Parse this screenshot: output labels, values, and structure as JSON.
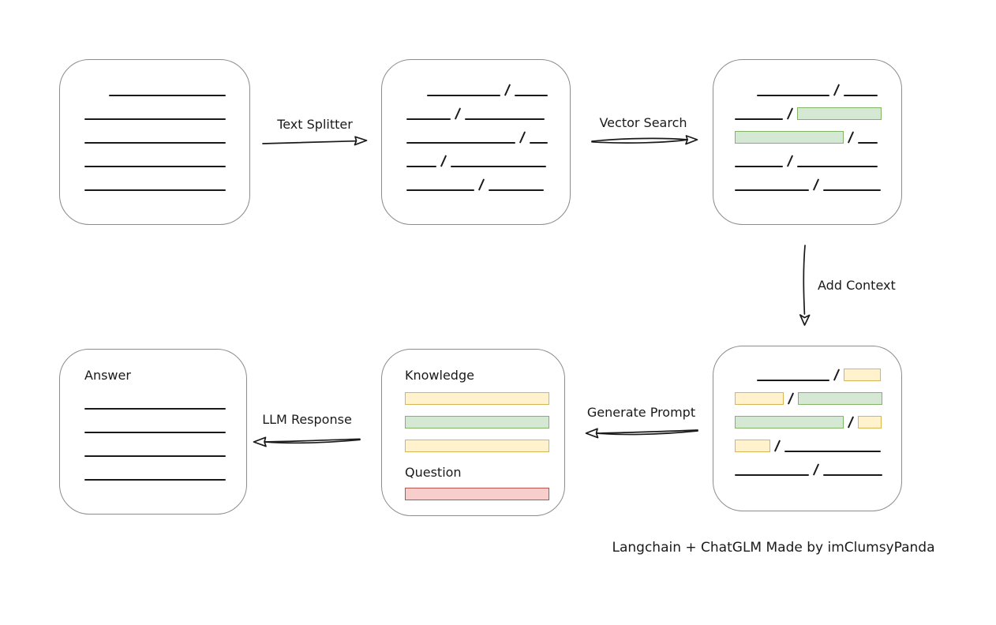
{
  "caption": "Langchain + ChatGLM Made by imClumsyPanda",
  "labels": {
    "text_splitter": "Text Splitter",
    "vector_search": "Vector Search",
    "add_context": "Add Context",
    "generate_prompt": "Generate Prompt",
    "llm_response": "LLM Response",
    "knowledge": "Knowledge",
    "question": "Question",
    "answer": "Answer"
  },
  "colors": {
    "green_fill": "#d5e8d4",
    "green_border": "#82b366",
    "yellow_fill": "#fff2cc",
    "yellow_border": "#d6b656",
    "red_fill": "#f8cecc",
    "red_border": "#b85450",
    "box_border": "#8c8c8c",
    "stroke": "#1a1a1a"
  },
  "boxes": {
    "document": {
      "rows": [
        {
          "indent": 31,
          "segs": [
            {
              "kind": "line",
              "w": 148
            }
          ]
        },
        {
          "segs": [
            {
              "kind": "line",
              "w": 179
            }
          ]
        },
        {
          "segs": [
            {
              "kind": "line",
              "w": 179
            }
          ]
        },
        {
          "segs": [
            {
              "kind": "line",
              "w": 179
            }
          ]
        },
        {
          "segs": [
            {
              "kind": "line",
              "w": 179
            }
          ]
        }
      ]
    },
    "chunks": {
      "rows": [
        {
          "indent": 26,
          "segs": [
            {
              "kind": "line",
              "w": 93
            },
            {
              "kind": "line",
              "w": 42
            }
          ]
        },
        {
          "segs": [
            {
              "kind": "line",
              "w": 56
            },
            {
              "kind": "line",
              "w": 101
            }
          ]
        },
        {
          "segs": [
            {
              "kind": "line",
              "w": 138
            },
            {
              "kind": "line",
              "w": 23
            }
          ]
        },
        {
          "segs": [
            {
              "kind": "line",
              "w": 38
            },
            {
              "kind": "line",
              "w": 121
            }
          ]
        },
        {
          "segs": [
            {
              "kind": "line",
              "w": 86
            },
            {
              "kind": "line",
              "w": 70
            }
          ]
        }
      ]
    },
    "matched": {
      "rows": [
        {
          "indent": 28,
          "segs": [
            {
              "kind": "line",
              "w": 92
            },
            {
              "kind": "line",
              "w": 43
            }
          ]
        },
        {
          "segs": [
            {
              "kind": "line",
              "w": 61
            },
            {
              "kind": "green",
              "w": 107
            }
          ]
        },
        {
          "segs": [
            {
              "kind": "green",
              "w": 138
            },
            {
              "kind": "line",
              "w": 25
            }
          ]
        },
        {
          "segs": [
            {
              "kind": "line",
              "w": 61
            },
            {
              "kind": "line",
              "w": 102
            }
          ]
        },
        {
          "segs": [
            {
              "kind": "line",
              "w": 94
            },
            {
              "kind": "line",
              "w": 73
            }
          ]
        }
      ]
    },
    "context": {
      "rows": [
        {
          "indent": 28,
          "segs": [
            {
              "kind": "line",
              "w": 92
            },
            {
              "kind": "yellow",
              "w": 47
            }
          ]
        },
        {
          "segs": [
            {
              "kind": "yellow",
              "w": 62
            },
            {
              "kind": "green",
              "w": 107
            }
          ]
        },
        {
          "segs": [
            {
              "kind": "green",
              "w": 138
            },
            {
              "kind": "yellow",
              "w": 30
            }
          ]
        },
        {
          "segs": [
            {
              "kind": "yellow",
              "w": 45
            },
            {
              "kind": "line",
              "w": 122
            }
          ]
        },
        {
          "segs": [
            {
              "kind": "line",
              "w": 94
            },
            {
              "kind": "line",
              "w": 75
            }
          ]
        }
      ]
    },
    "prompt": {
      "knowledge_bars": [
        {
          "segs": [
            {
              "kind": "yellow",
              "w": 183
            }
          ]
        },
        {
          "segs": [
            {
              "kind": "green",
              "w": 183
            }
          ]
        },
        {
          "segs": [
            {
              "kind": "yellow",
              "w": 183
            }
          ]
        }
      ],
      "question_bars": [
        {
          "segs": [
            {
              "kind": "red",
              "w": 183
            }
          ]
        }
      ]
    },
    "answer": {
      "rows": [
        {
          "segs": [
            {
              "kind": "line",
              "w": 179
            }
          ]
        },
        {
          "segs": [
            {
              "kind": "line",
              "w": 179
            }
          ]
        },
        {
          "segs": [
            {
              "kind": "line",
              "w": 179
            }
          ]
        },
        {
          "segs": [
            {
              "kind": "line",
              "w": 179
            }
          ]
        }
      ]
    }
  }
}
